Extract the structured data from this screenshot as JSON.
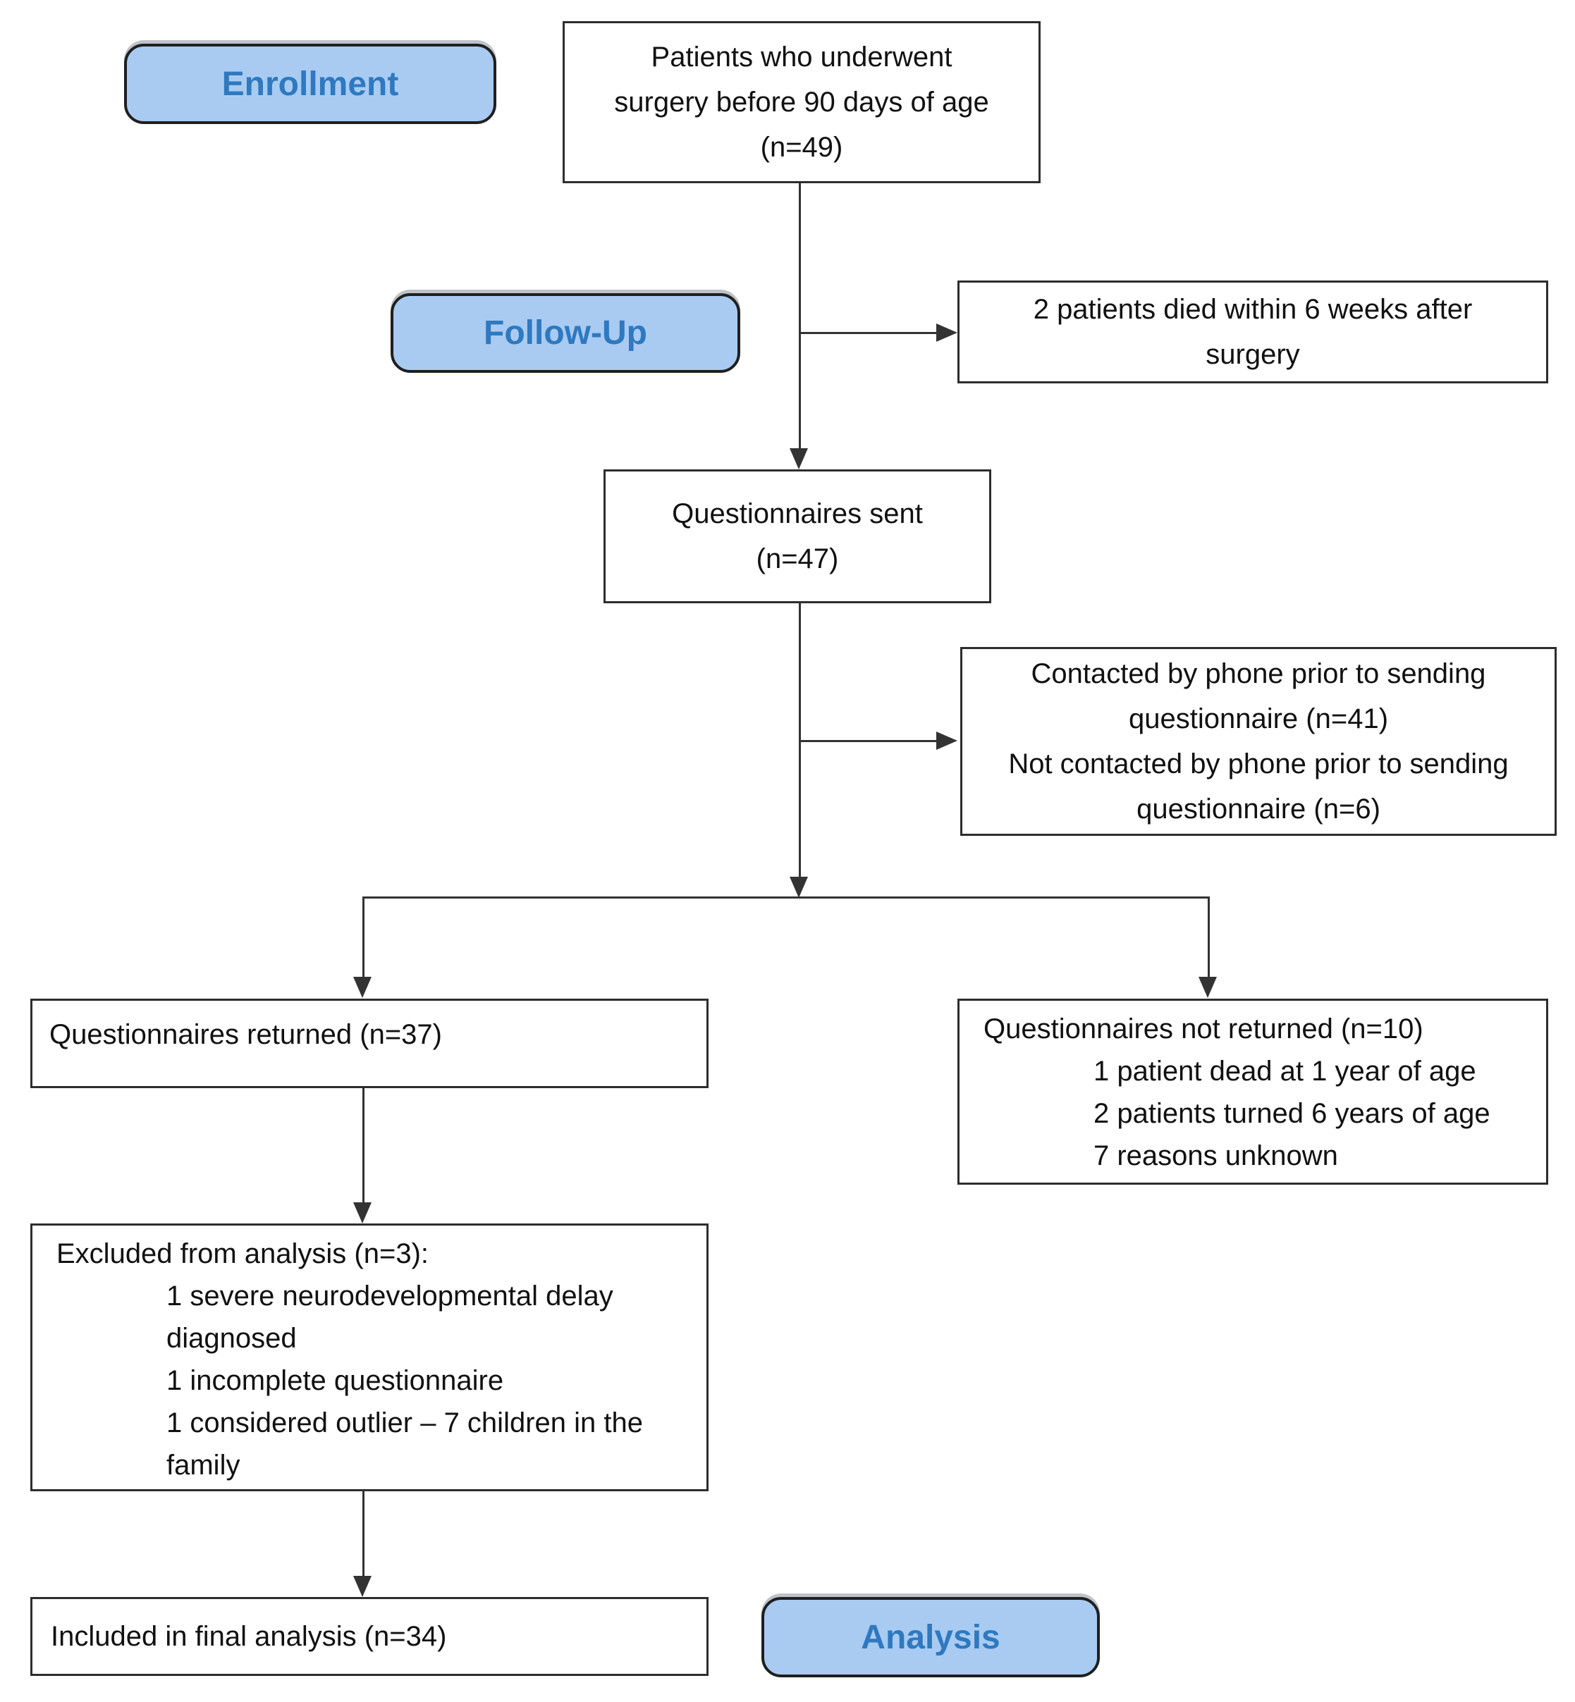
{
  "colors": {
    "pill_fill": "#A9CBF2",
    "pill_border": "#1F1F1F",
    "pill_label": "#2E79BF",
    "box_border": "#2D2D2D",
    "box_text": "#111111",
    "connector": "#333333",
    "background": "#FFFFFF"
  },
  "phase_labels": {
    "enrollment": "Enrollment",
    "follow_up": "Follow-Up",
    "analysis": "Analysis"
  },
  "boxes": {
    "patients_surgery": {
      "lines": [
        "Patients who underwent",
        "surgery before 90 days of age",
        "(n=49)"
      ]
    },
    "died": {
      "lines": [
        "2 patients died within 6 weeks after",
        "surgery"
      ]
    },
    "questionnaires_sent": {
      "lines": [
        "Questionnaires sent",
        "(n=47)"
      ]
    },
    "phone_contact": {
      "lines": [
        "Contacted by phone prior to sending",
        "questionnaire (n=41)",
        "Not contacted by phone prior to sending",
        "questionnaire (n=6)"
      ]
    },
    "returned": {
      "title": "Questionnaires returned (n=37)"
    },
    "not_returned": {
      "title": "Questionnaires not returned (n=10)",
      "items": [
        "1 patient dead at 1 year of age",
        "2 patients turned 6 years of age",
        "7 reasons unknown"
      ]
    },
    "excluded": {
      "title": "Excluded from analysis (n=3):",
      "items": [
        "1 severe neurodevelopmental delay\ndiagnosed",
        "1 incomplete questionnaire",
        "1 considered outlier – 7 children in the\nfamily"
      ]
    },
    "included": {
      "title": "Included in final analysis (n=34)"
    }
  }
}
